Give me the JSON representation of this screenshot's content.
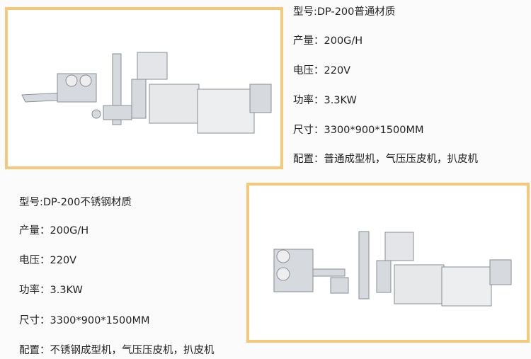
{
  "spec_top": {
    "model": "型号:DP-200普通材质",
    "output": "产量：200G/H",
    "voltage": "电压：220V",
    "power": "功率：3.3KW",
    "size": "尺寸：3300*900*1500MM",
    "config": "配置：普通成型机，气压压皮机，扒皮机"
  },
  "spec_bottom": {
    "model": "型号:DP-200不锈钢材质",
    "output": "产量：200G/H",
    "voltage": "电压：220V",
    "power": "功率：3.3KW",
    "size": "尺寸：3300*900*1500MM",
    "config": "配置：不锈钢成型机，气压压皮机，扒皮机"
  },
  "colors": {
    "frame": "#f6c97a",
    "machine": "#c9ccd0"
  }
}
